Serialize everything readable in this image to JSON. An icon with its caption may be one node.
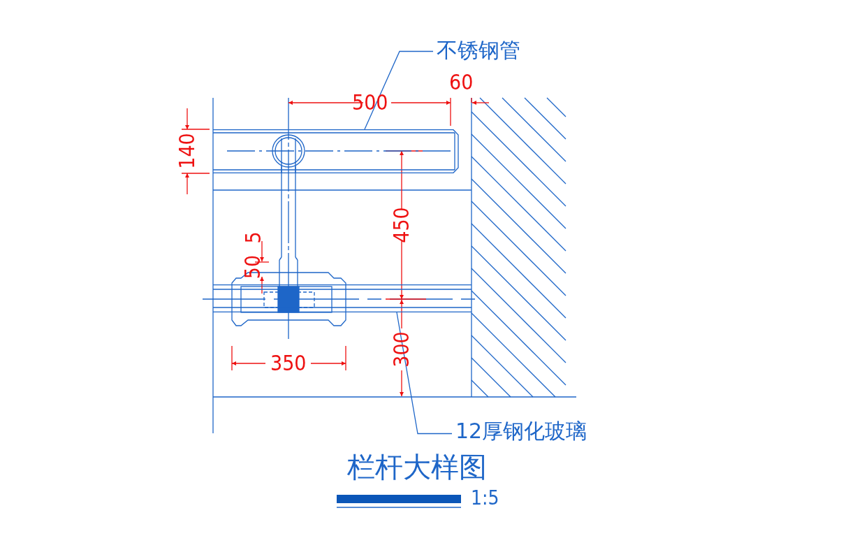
{
  "diagram": {
    "title": "栏杆大样图",
    "caption": "1:5",
    "nodes": [
      {
        "text": [
          "不锈钢管"
        ]
      },
      {
        "text": [],
        "shape": "bar"
      },
      {
        "text": [
          "12厚钢化玻璃"
        ]
      },
      {
        "text": [],
        "shape": "bar"
      }
    ],
    "edges": [
      {
        "from": 0,
        "to": 1,
        "arrow": "none"
      },
      {
        "from": 2,
        "to": 3,
        "arrow": "none"
      }
    ],
    "labels": [
      "60",
      "500",
      "140",
      "450",
      "5",
      "50",
      "350",
      "300"
    ]
  }
}
